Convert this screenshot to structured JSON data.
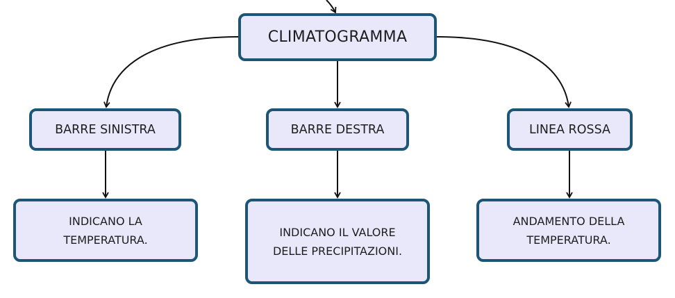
{
  "diagram": {
    "root": {
      "label": "CLIMATOGRAMMA"
    },
    "branches": [
      {
        "label": "BARRE SINISTRA",
        "description": [
          "INDICANO LA",
          "TEMPERATURA."
        ]
      },
      {
        "label": "BARRE DESTRA",
        "description": [
          "INDICANO IL VALORE",
          "DELLE PRECIPITAZIONI."
        ]
      },
      {
        "label": "LINEA ROSSA",
        "description": [
          "ANDAMENTO DELLA",
          "TEMPERATURA."
        ]
      }
    ]
  },
  "colors": {
    "node_fill": "#e9e8fb",
    "node_border": "#1c5575",
    "edge": "#111111",
    "text": "#1d1d1d"
  }
}
